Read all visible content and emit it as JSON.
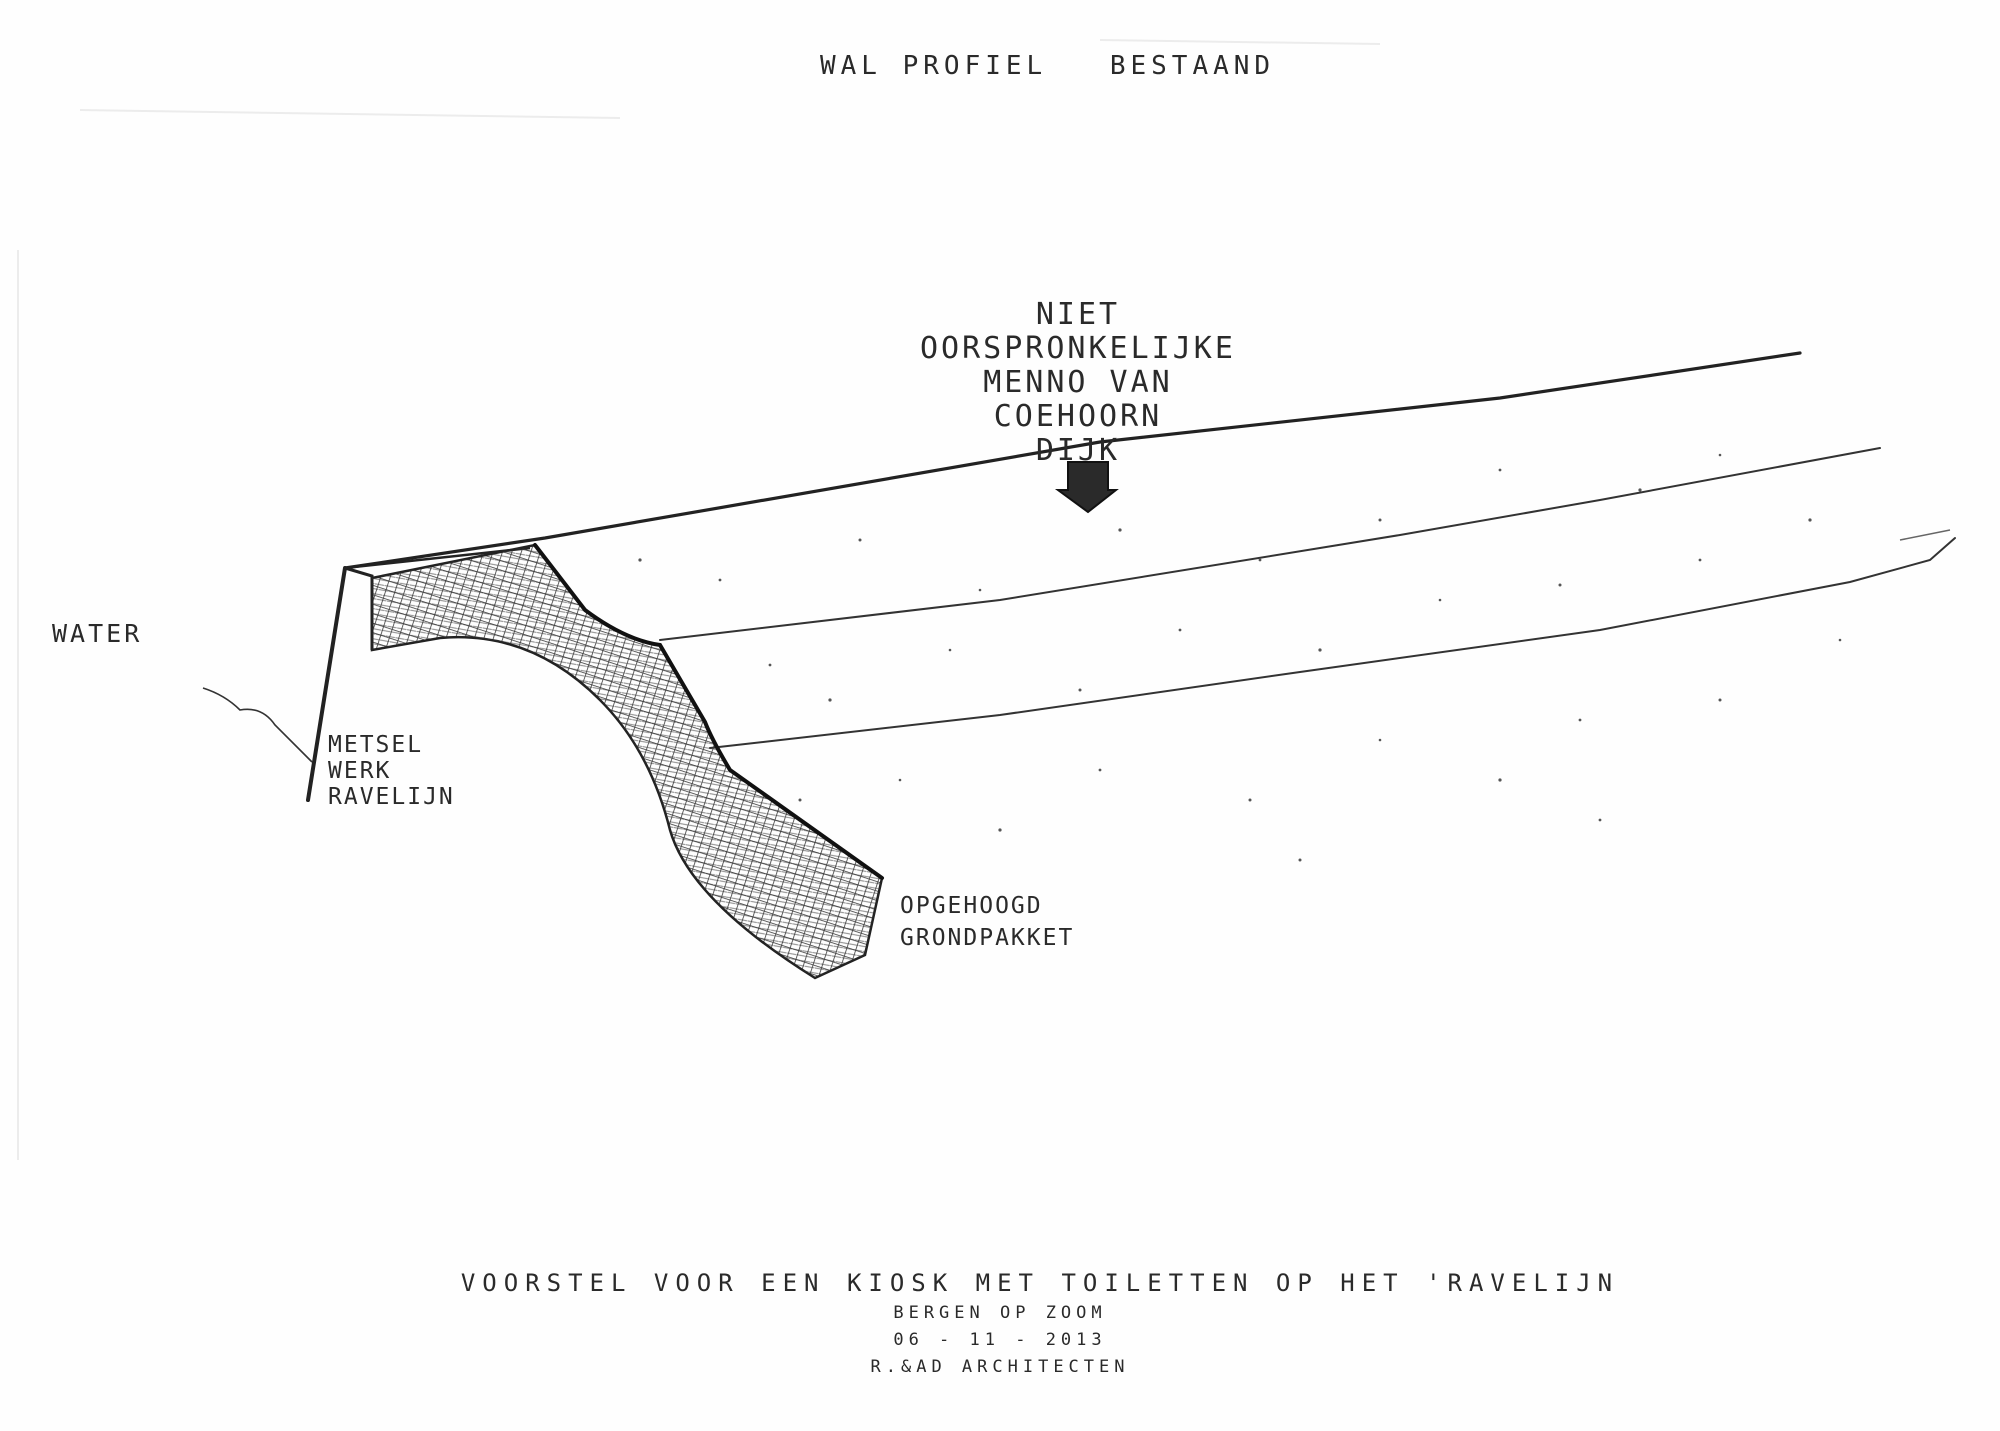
{
  "drawing": {
    "title_parts": [
      "WAL PROFIEL",
      "BESTAAND"
    ],
    "labels": {
      "water": "WATER",
      "dike_lines": [
        "NIET",
        "OORSPRONKELIJKE",
        "MENNO VAN",
        "COEHOORN",
        "DIJK"
      ],
      "masonry_lines": [
        "METSEL",
        "WERK",
        "RAVELIJN"
      ],
      "ground_lines": [
        "OPGEHOOGD",
        "GRONDPAKKET"
      ]
    },
    "footer": {
      "project": "VOORSTEL VOOR EEN KIOSK MET TOILETTEN OP HET 'RAVELIJN",
      "location": "BERGEN OP ZOOM",
      "date": "06 - 11 - 2013",
      "office": "R.&AD ARCHITECTEN"
    },
    "colors": {
      "ink": "#2a2a2a",
      "paper": "#fefefe",
      "hatch": "#3a3a3a"
    }
  }
}
